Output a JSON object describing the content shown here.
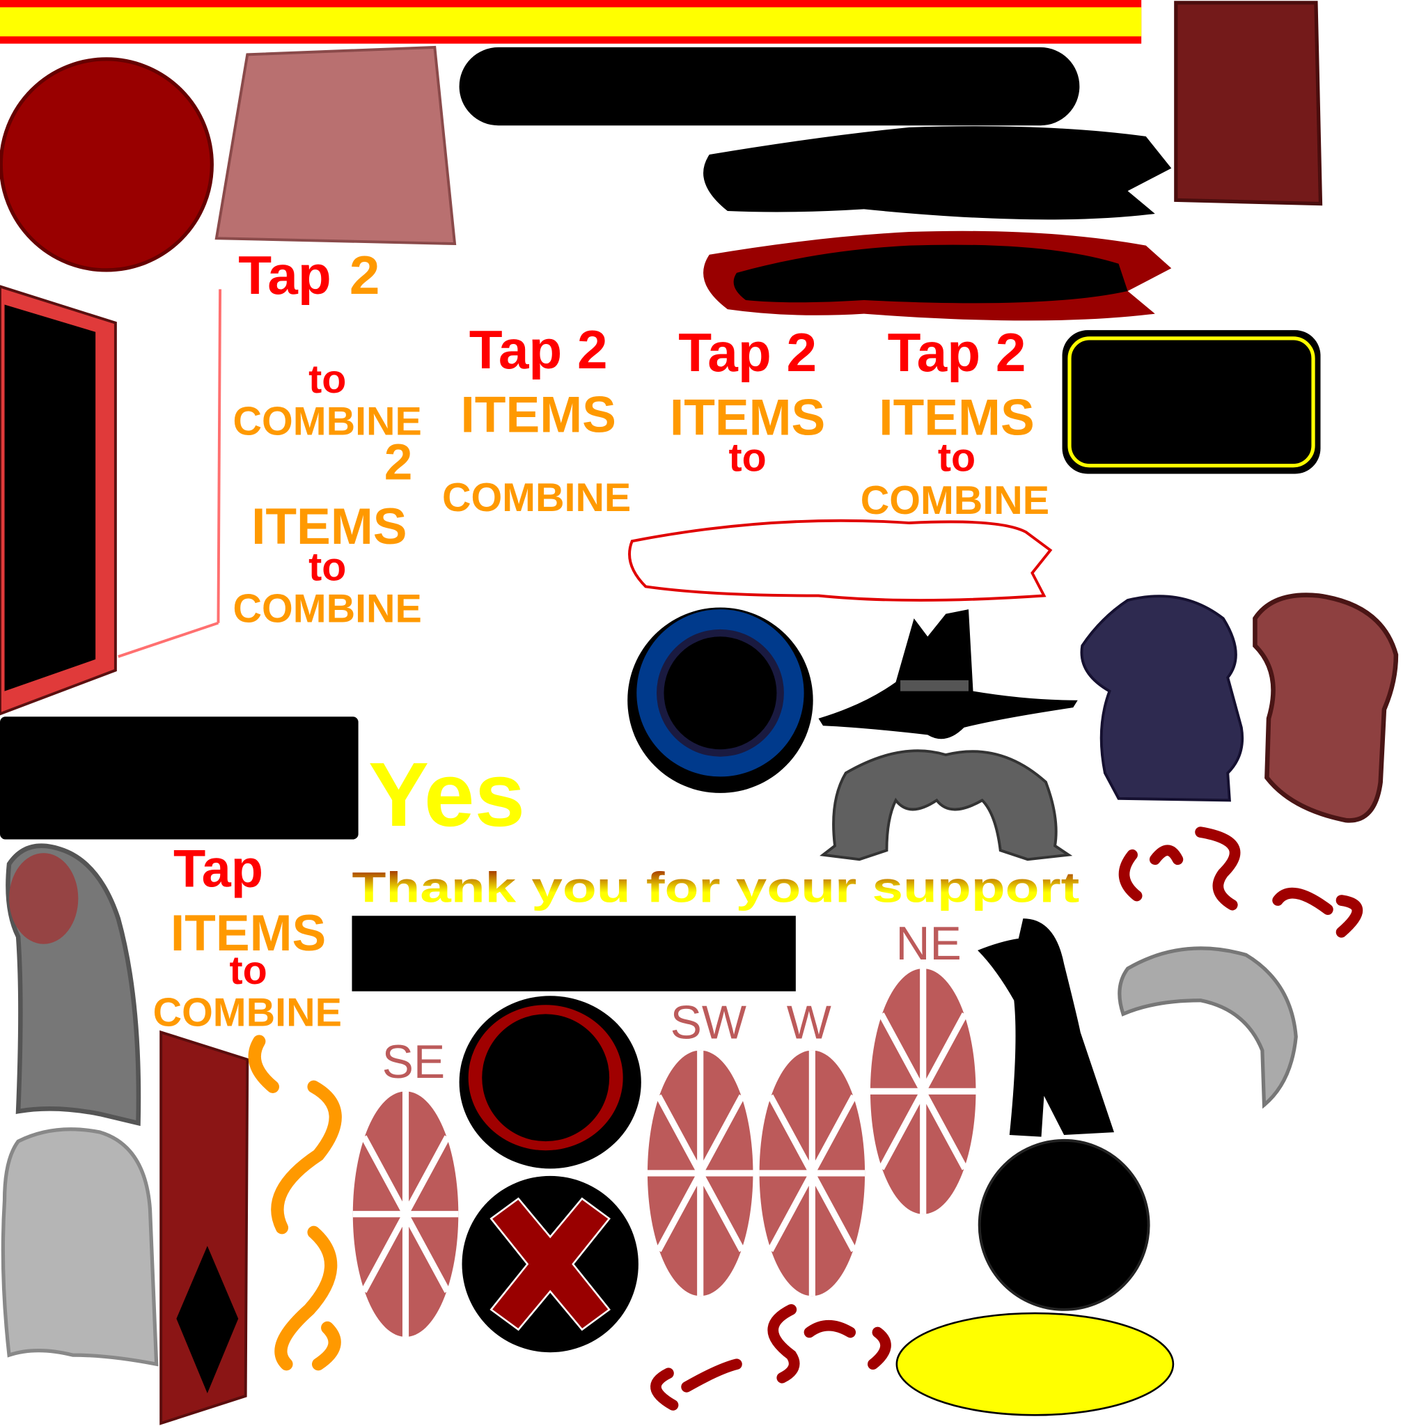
{
  "labels": {
    "tap2": "Tap 2",
    "tap": "Tap",
    "two": "2",
    "items": "ITEMS",
    "to": "to",
    "combine": "COMBINE",
    "yes": "Yes",
    "thanks": "Thank you for your support",
    "dir_se": "SE",
    "dir_sw": "SW",
    "dir_w": "W",
    "dir_ne": "NE"
  },
  "colors": {
    "red": "#ff0000",
    "orange": "#ff9900",
    "yellow": "#ffff00",
    "dark_red": "#990000"
  }
}
